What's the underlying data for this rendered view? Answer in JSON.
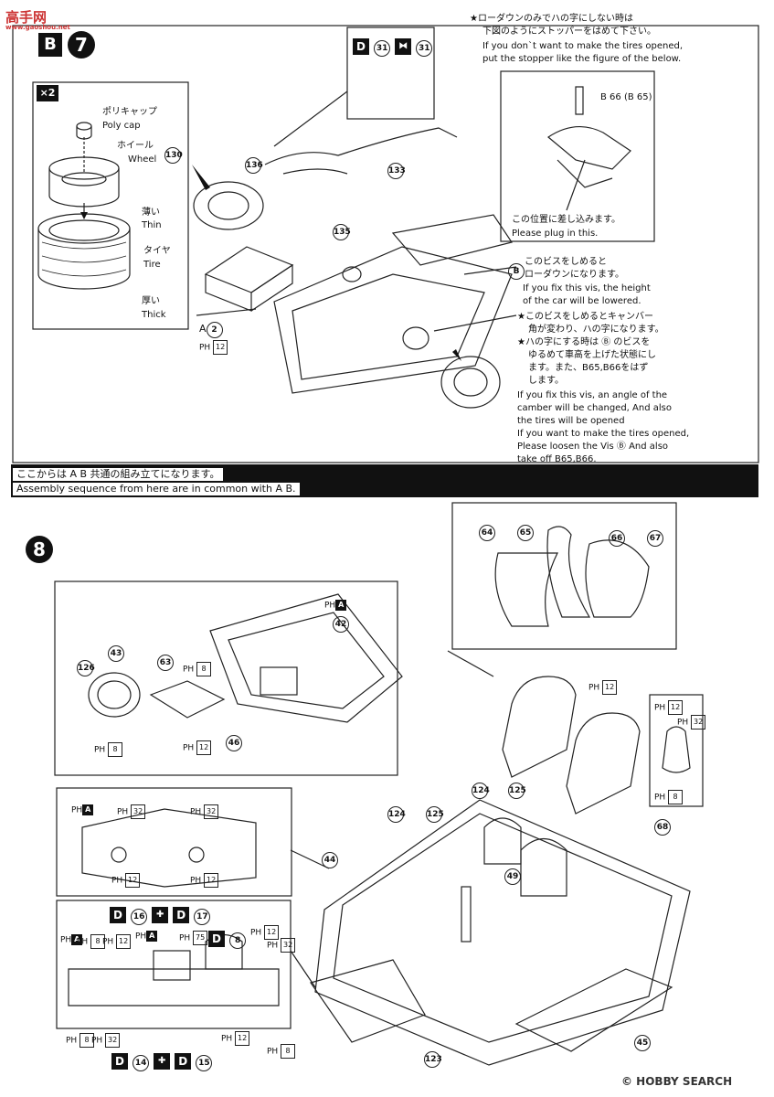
{
  "watermark": {
    "logo": "高手网",
    "url": "www.gaoshou.net",
    "source": "© HOBBY SEARCH"
  },
  "step7": {
    "group_letter": "B",
    "number": "7",
    "multiplier": "×2",
    "polycap_jp": "ポリキャップ",
    "polycap_en": "Poly cap",
    "wheel_jp": "ホイール",
    "wheel_en": "Wheel",
    "wheel_part": "130",
    "thin_jp": "薄い",
    "thin_en": "Thin",
    "tire_jp": "タイヤ",
    "tire_en": "Tire",
    "thick_jp": "厚い",
    "thick_en": "Thick",
    "part_a2_prefix": "A",
    "part_a2_num": "2",
    "ph_12": "12",
    "callout_parts": {
      "d": "D",
      "p31a": "31",
      "p31b": "31"
    },
    "parts": {
      "p136": "136",
      "p133": "133",
      "p135": "135"
    },
    "stopper_note_jp1": "★ローダウンのみでハの字にしない時は",
    "stopper_note_jp2": "下図のようにストッパーをはめて下さい。",
    "stopper_note_en1": "If you don`t want to make the tires opened,",
    "stopper_note_en2": "put the stopper like the figure of the below.",
    "stopper_parts": "B 66 (B 65)",
    "plug_jp": "この位置に差し込みます。",
    "plug_en": "Please plug in this.",
    "vis_jp1": "このビスをしめると",
    "vis_jp2": "ローダウンになります。",
    "vis_en1": "If you fix this vis, the height",
    "vis_en2": "of the car will be lowered.",
    "camber_jp1": "★このビスをしめるとキャンバー",
    "camber_jp2": "角が変わり、ハの字になります。",
    "camber_jp3": "★ハの字にする時は Ⓑ のビスを",
    "camber_jp4": "ゆるめて車高を上げた状態にし",
    "camber_jp5": "ます。また、B65,B66をはず",
    "camber_jp6": "します。",
    "camber_en1": "If you fix this vis, an angle of the",
    "camber_en2": "camber will be changed, And also",
    "camber_en3": "the tires will be opened",
    "camber_en4": "If you want to make the tires opened,",
    "camber_en5": "Please loosen the Vis Ⓑ And also",
    "camber_en6": "take off B65,B66."
  },
  "common": {
    "jp": "ここからは A B 共通の組み立てになります。",
    "en": "Assembly sequence from here are in common with A B."
  },
  "step8": {
    "number": "8",
    "labels": {
      "ph": "PH",
      "a": "A",
      "p42": "42",
      "p43": "43",
      "p63": "63",
      "p126": "126",
      "p46": "46",
      "p8": "8",
      "p12": "12",
      "p32": "32",
      "p75": "75",
      "p64": "64",
      "p65": "65",
      "p66": "66",
      "p67": "67",
      "p124": "124",
      "p125": "125",
      "p44": "44",
      "p45": "45",
      "p49": "49",
      "p68": "68",
      "p123": "123",
      "d": "D",
      "p16": "16",
      "p17": "17",
      "p8d": "8",
      "p14": "14",
      "p15": "15"
    }
  }
}
